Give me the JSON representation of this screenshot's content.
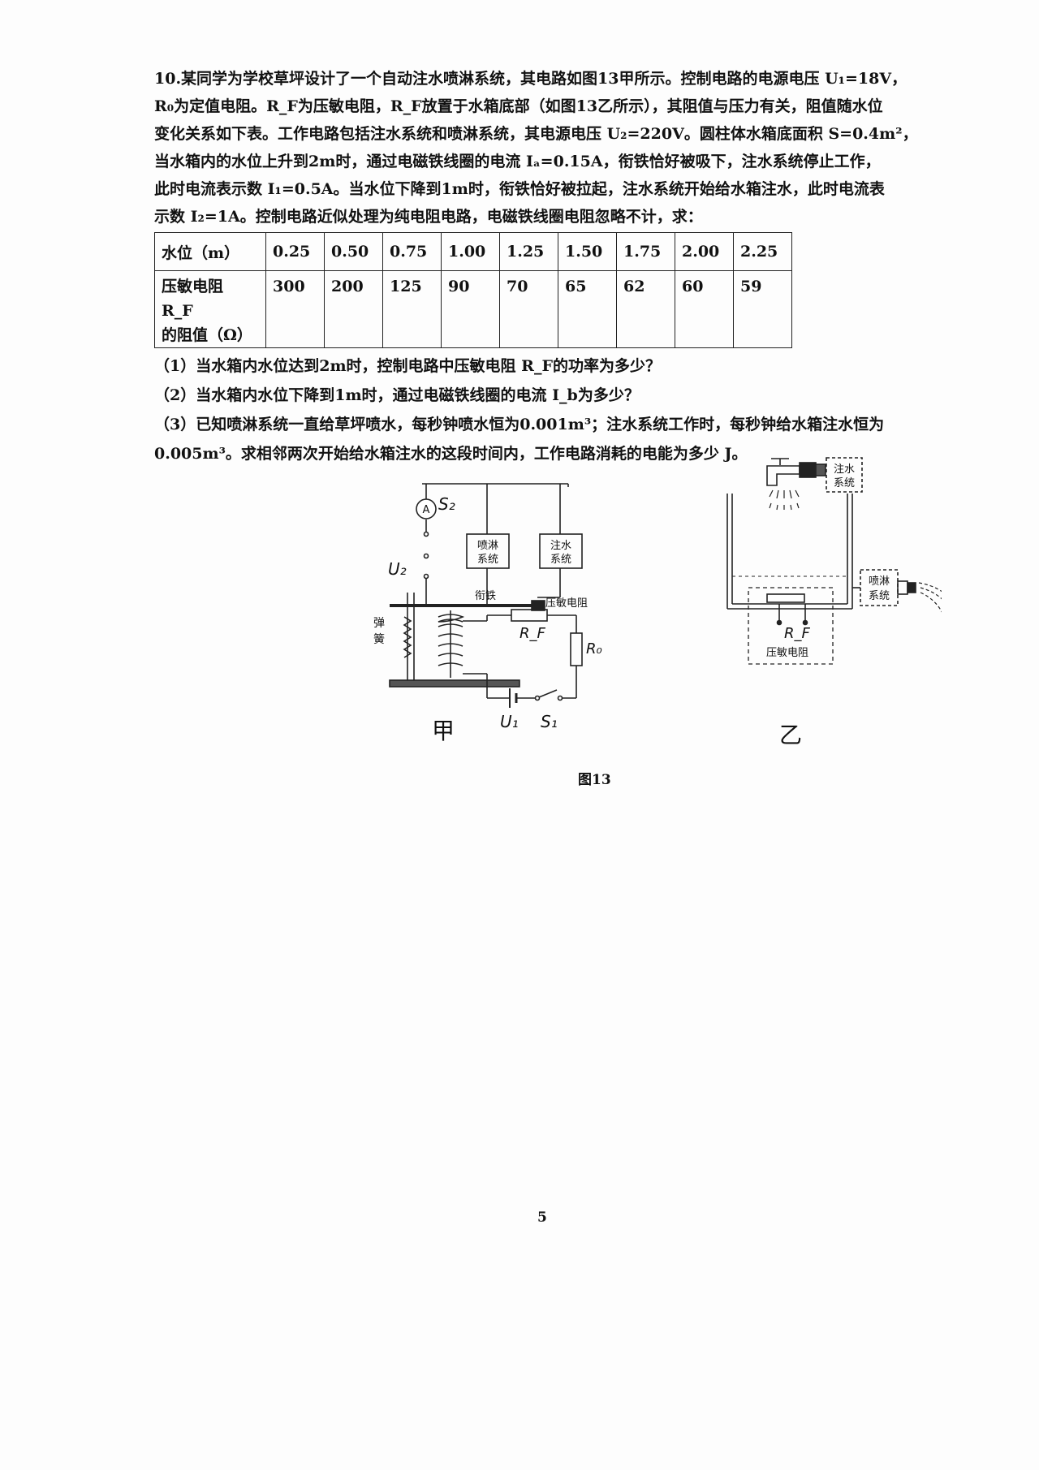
{
  "problem": {
    "intro_lines": [
      "10.某同学为学校草坪设计了一个自动注水喷淋系统，其电路如图13甲所示。控制电路的电源电压 U₁=18V，",
      "R₀为定值电阻。R_F为压敏电阻，R_F放置于水箱底部（如图13乙所示），其阻值与压力有关，阻值随水位",
      "变化关系如下表。工作电路包括注水系统和喷淋系统，其电源电压 U₂=220V。圆柱体水箱底面积 S=0.4m²，",
      "当水箱内的水位上升到2m时，通过电磁铁线圈的电流 Iₐ=0.15A，衔铁恰好被吸下，注水系统停止工作，",
      "此时电流表示数 I₁=0.5A。当水位下降到1m时，衔铁恰好被拉起，注水系统开始给水箱注水，此时电流表",
      "示数 I₂=1A。控制电路近似处理为纯电阻电路，电磁铁线圈电阻忽略不计，求："
    ],
    "table": {
      "row1_header": "水位（m）",
      "row2_header_line1": "压敏电阻 R_F",
      "row2_header_line2": "的阻值（Ω）",
      "water_levels": [
        "0.25",
        "0.50",
        "0.75",
        "1.00",
        "1.25",
        "1.50",
        "1.75",
        "2.00",
        "2.25"
      ],
      "resistances": [
        "300",
        "200",
        "125",
        "90",
        "70",
        "65",
        "62",
        "60",
        "59"
      ]
    },
    "questions": [
      "（1）当水箱内水位达到2m时，控制电路中压敏电阻 R_F的功率为多少？",
      "（2）当水箱内水位下降到1m时，通过电磁铁线圈的电流 I_b为多少？",
      "（3）已知喷淋系统一直给草坪喷水，每秒钟喷水恒为0.001m³；注水系统工作时，每秒钟给水箱注水恒为",
      "0.005m³。求相邻两次开始给水箱注水的这段时间内，工作电路消耗的电能为多少 J。"
    ]
  },
  "figure": {
    "caption": "图13",
    "jia": {
      "ammeter": "A",
      "s2": "S₂",
      "u2": "U₂",
      "spray_line1": "喷淋",
      "spray_line2": "系统",
      "inject_line1": "注水",
      "inject_line2": "系统",
      "armature": "衔铁",
      "pressure_resistor": "压敏电阻",
      "spring_line1": "弹",
      "spring_line2": "簧",
      "rf": "R_F",
      "r0": "R₀",
      "u1": "U₁",
      "s1": "S₁",
      "label": "甲"
    },
    "yi": {
      "inject_line1": "注水",
      "inject_line2": "系统",
      "spray_line1": "喷淋",
      "spray_line2": "系统",
      "rf": "R_F",
      "pressure_resistor": "压敏电阻",
      "label": "乙"
    }
  },
  "page_number": "5"
}
